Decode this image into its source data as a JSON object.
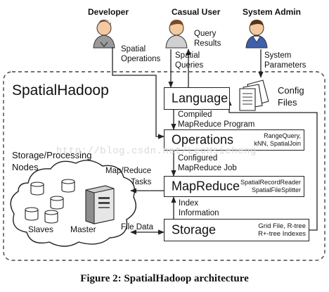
{
  "users": {
    "developer": "Developer",
    "casual_user": "Casual User",
    "system_admin": "System Admin"
  },
  "flows": {
    "developer_line1": "Spatial",
    "developer_line2": "Operations",
    "query_line1": "Query",
    "query_line2": "Results",
    "spatial_line1": "Spatial",
    "spatial_line2": "Queries",
    "sysparam_line1": "System",
    "sysparam_line2": "Parameters",
    "compiled_line1": "Compiled",
    "compiled_line2": "MapReduce Program",
    "configured_line1": "Configured",
    "configured_line2": "MapReduce Job",
    "mapreduce_tasks_line1": "Map/Reduce",
    "mapreduce_tasks_line2": "Tasks",
    "index_line1": "Index",
    "index_line2": "Information",
    "file_data": "File Data"
  },
  "system": {
    "title": "SpatialHadoop",
    "config_line1": "Config",
    "config_line2": "Files"
  },
  "layers": {
    "language": {
      "label": "Language"
    },
    "operations": {
      "label": "Operations",
      "note_line1": "RangeQuery,",
      "note_line2": "kNN, SpatialJoin"
    },
    "mapreduce": {
      "label": "MapReduce",
      "note_line1": "SpatialRecordReader",
      "note_line2": "SpatialFileSplitter"
    },
    "storage": {
      "label": "Storage",
      "note_line1": "Grid File, R-tree",
      "note_line2": "R+-tree Indexes"
    }
  },
  "cluster": {
    "title_line1": "Storage/Processing",
    "title_line2": "Nodes",
    "slaves": "Slaves",
    "master": "Master"
  },
  "watermark": "http://blog.csdn.net/LeoHsieheng",
  "caption": "Figure 2: SpatialHadoop architecture"
}
